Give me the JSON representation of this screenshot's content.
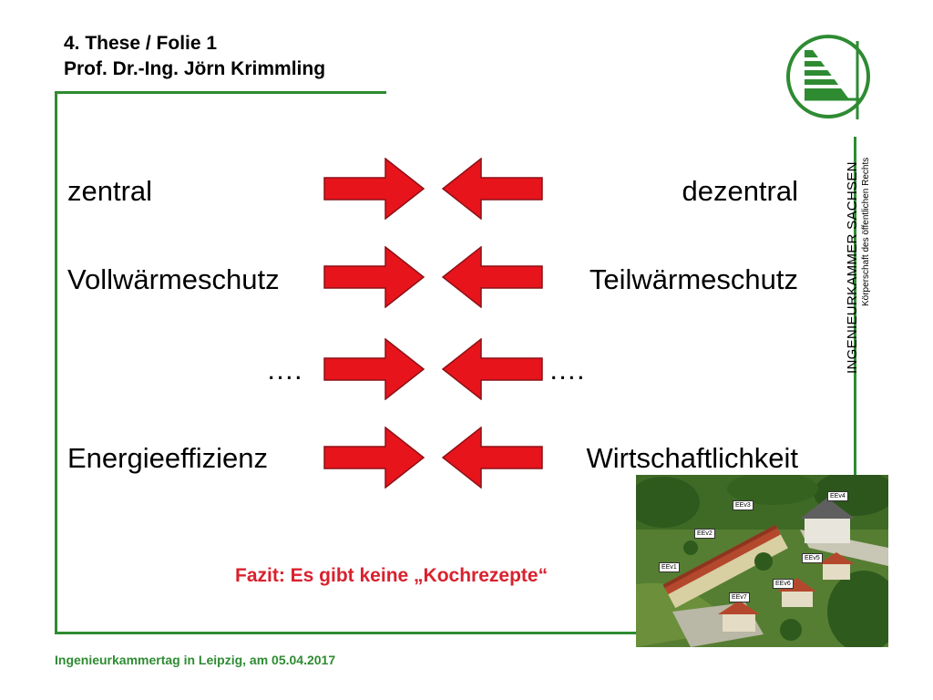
{
  "header": {
    "title": "4. These / Folie 1",
    "author": "Prof. Dr.-Ing. Jörn Krimmling"
  },
  "org": {
    "name": "INGENIEURKAMMER  SACHSEN",
    "subtitle": "Körperschaft des öffentlichen Rechts",
    "logo_icon": "stepped-lines-logo-icon"
  },
  "rows": [
    {
      "left": "zentral",
      "right": "dezentral"
    },
    {
      "left": "Vollwärmeschutz",
      "right": "Teilwärmeschutz"
    },
    {
      "left": "….",
      "right": "…."
    },
    {
      "left": "Energieeffizienz",
      "right": "Wirtschaftlichkeit"
    }
  ],
  "conclusion": "Fazit: Es gibt keine „Kochrezepte“",
  "photo_labels": [
    "EEv1",
    "EEv2",
    "EEv3",
    "EEv4",
    "EEv5",
    "EEv6",
    "EEv7"
  ],
  "footer": "Ingenieurkammertag in Leipzig, am 05.04.2017",
  "colors": {
    "accent_green": "#2e8b32",
    "arrow_red": "#e8141c",
    "conclusion_red": "#d9212e"
  }
}
